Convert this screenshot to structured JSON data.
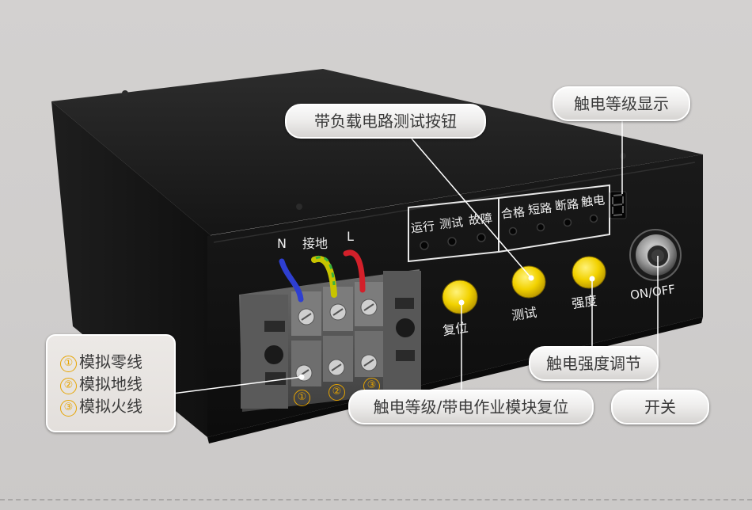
{
  "panel": {
    "wire_labels": [
      "N",
      "接地",
      "L"
    ],
    "status_labels": [
      "运行",
      "测试",
      "故障"
    ],
    "result_labels": [
      "合格",
      "短路",
      "断路",
      "触电"
    ],
    "button_labels": {
      "reset": "复位",
      "test": "测试",
      "strength": "强度"
    },
    "power_label": "ON/OFF",
    "terminal_numbers": [
      "①",
      "②",
      "③"
    ],
    "display_value": "8"
  },
  "callouts": {
    "load_test_button": "带负载电路测试按钮",
    "level_display": "触电等级显示",
    "strength_adjust": "触电强度调节",
    "reset_button": "触电等级/带电作业模块复位",
    "power_switch": "开关"
  },
  "legend": {
    "items": [
      {
        "num": "①",
        "label": "模拟零线"
      },
      {
        "num": "②",
        "label": "模拟地线"
      },
      {
        "num": "③",
        "label": "模拟火线"
      }
    ]
  },
  "colors": {
    "background": "#d0cecd",
    "device_body": "#161616",
    "button_yellow": "#f2d200",
    "number_accent": "#e6a400",
    "wire_n": "#2e3fd1",
    "wire_ground": "#c8c400",
    "wire_l": "#d3202a"
  }
}
